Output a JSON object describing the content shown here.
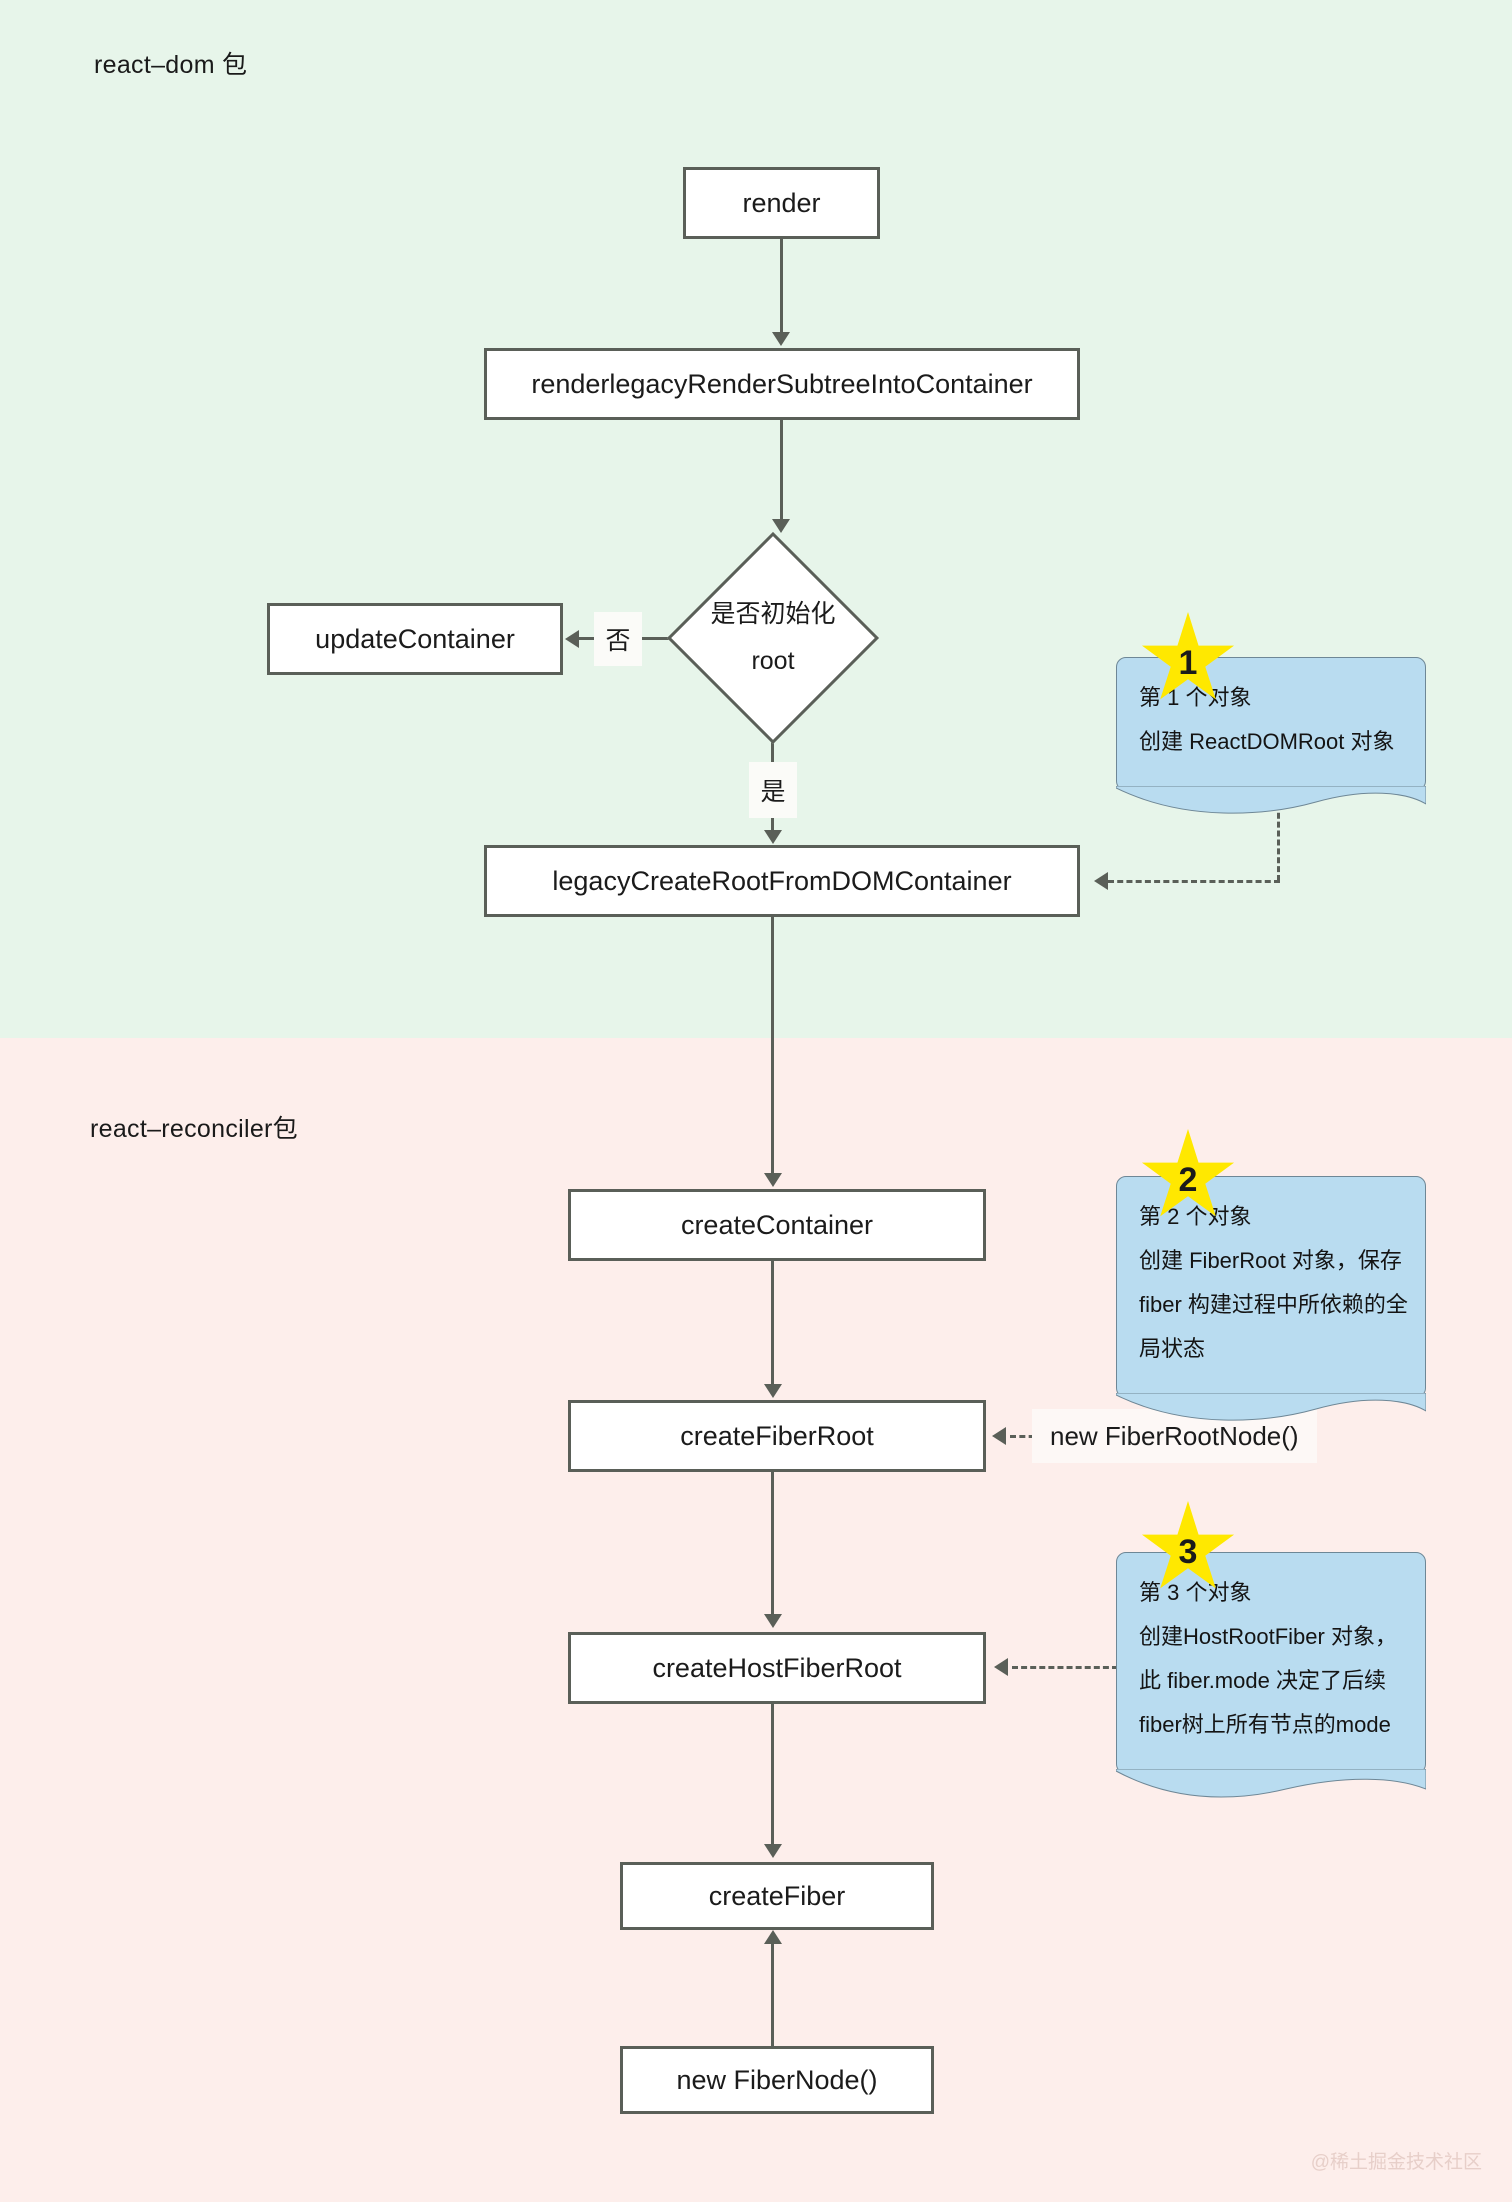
{
  "bands": {
    "dom": {
      "label": "react–dom 包",
      "color": "#e7f5ea"
    },
    "reconciler": {
      "label": "react–reconciler包",
      "color": "#fdeeeb"
    }
  },
  "nodes": {
    "render": "render",
    "renderlegacy": "renderlegacyRenderSubtreeIntoContainer",
    "decision_line1": "是否初始化",
    "decision_line2": "root",
    "update_container": "updateContainer",
    "legacy_create_root": "legacyCreateRootFromDOMContainer",
    "create_container": "createContainer",
    "create_fiber_root": "createFiberRoot",
    "create_host_fiber_root": "createHostFiberRoot",
    "create_fiber": "createFiber",
    "new_fiber_node": "new FiberNode()"
  },
  "edges": {
    "no_label": "否",
    "yes_label": "是"
  },
  "side_notes": {
    "new_fiber_root_node": "new FiberRootNode()"
  },
  "callouts": [
    {
      "badge": "1",
      "lines": [
        "第 1 个对象",
        "创建 ReactDOMRoot 对象"
      ]
    },
    {
      "badge": "2",
      "lines": [
        "第 2 个对象",
        "创建 FiberRoot 对象，保存",
        "fiber 构建过程中所依赖的全",
        "局状态"
      ]
    },
    {
      "badge": "3",
      "lines": [
        "第 3 个对象",
        "创建HostRootFiber 对象，",
        "此 fiber.mode 决定了后续",
        "fiber树上所有节点的mode"
      ]
    }
  ],
  "watermark": "@稀土掘金技术社区",
  "colors": {
    "band_green": "#e7f5ea",
    "band_pink": "#fdeeeb",
    "node_border": "#5a5f58",
    "callout_fill": "#b9dcf0",
    "star_fill": "#ffe800"
  }
}
